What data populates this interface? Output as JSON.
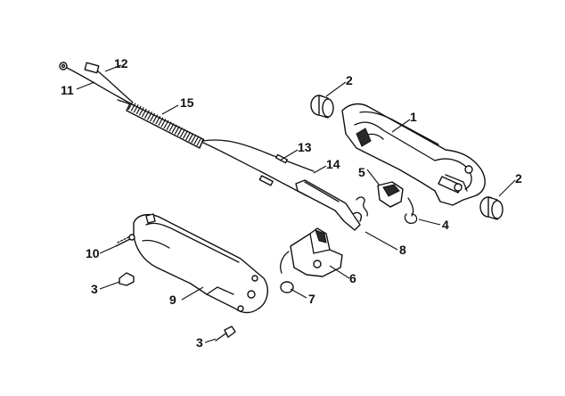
{
  "callouts": {
    "c1": "1",
    "c2a": "2",
    "c2b": "2",
    "c3a": "3",
    "c3b": "3",
    "c4": "4",
    "c5": "5",
    "c6": "6",
    "c7": "7",
    "c8": "8",
    "c9": "9",
    "c10": "10",
    "c11": "11",
    "c12": "12",
    "c13": "13",
    "c14": "14",
    "c15": "15"
  }
}
